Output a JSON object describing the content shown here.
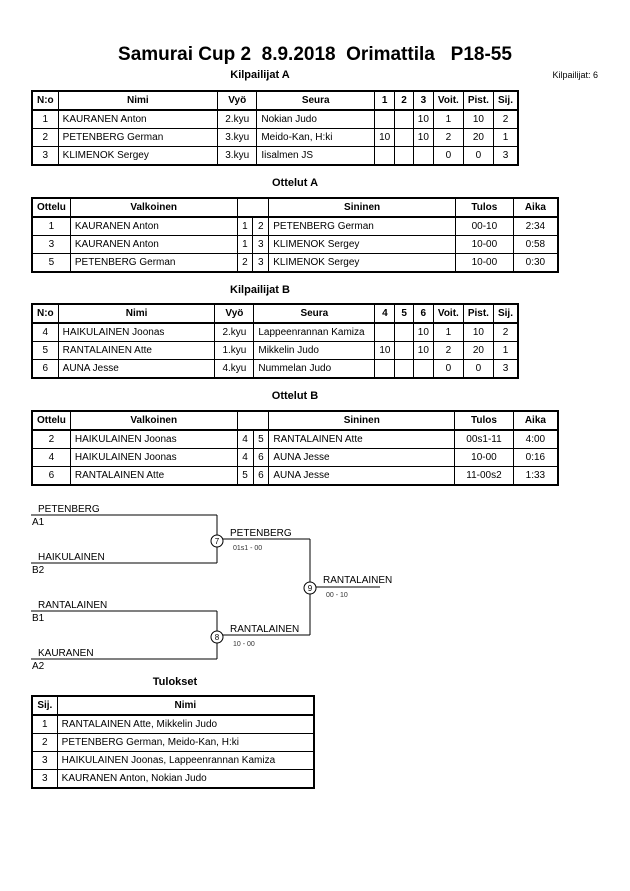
{
  "title": "Samurai Cup 2  8.9.2018  Orimattila   P18-55",
  "competitor_count": "Kilpailijat: 6",
  "pool_a": {
    "heading": "Kilpailijat A",
    "headers": [
      "N:o",
      "Nimi",
      "Vyö",
      "Seura",
      "1",
      "2",
      "3",
      "Voit.",
      "Pist.",
      "Sij."
    ],
    "rows": [
      [
        "1",
        "KAURANEN Anton",
        "2.kyu",
        "Nokian Judo",
        "",
        "",
        "10",
        "1",
        "10",
        "2"
      ],
      [
        "2",
        "PETENBERG German",
        "3.kyu",
        "Meido-Kan, H:ki",
        "10",
        "",
        "10",
        "2",
        "20",
        "1"
      ],
      [
        "3",
        "KLIMENOK Sergey",
        "3.kyu",
        "Iisalmen JS",
        "",
        "",
        "",
        "0",
        "0",
        "3"
      ]
    ]
  },
  "matches_a": {
    "heading": "Ottelut A",
    "headers": [
      "Ottelu",
      "Valkoinen",
      "",
      "",
      "Sininen",
      "Tulos",
      "Aika"
    ],
    "rows": [
      [
        "1",
        "KAURANEN Anton",
        "1",
        "2",
        "PETENBERG German",
        "00-10",
        "2:34"
      ],
      [
        "3",
        "KAURANEN Anton",
        "1",
        "3",
        "KLIMENOK Sergey",
        "10-00",
        "0:58"
      ],
      [
        "5",
        "PETENBERG German",
        "2",
        "3",
        "KLIMENOK Sergey",
        "10-00",
        "0:30"
      ]
    ]
  },
  "pool_b": {
    "heading": "Kilpailijat B",
    "headers": [
      "N:o",
      "Nimi",
      "Vyö",
      "Seura",
      "4",
      "5",
      "6",
      "Voit.",
      "Pist.",
      "Sij."
    ],
    "rows": [
      [
        "4",
        "HAIKULAINEN Joonas",
        "2.kyu",
        "Lappeenrannan Kamiza",
        "",
        "",
        "10",
        "1",
        "10",
        "2"
      ],
      [
        "5",
        "RANTALAINEN Atte",
        "1.kyu",
        "Mikkelin Judo",
        "10",
        "",
        "10",
        "2",
        "20",
        "1"
      ],
      [
        "6",
        "AUNA Jesse",
        "4.kyu",
        "Nummelan Judo",
        "",
        "",
        "",
        "0",
        "0",
        "3"
      ]
    ]
  },
  "matches_b": {
    "heading": "Ottelut B",
    "headers": [
      "Ottelu",
      "Valkoinen",
      "",
      "",
      "Sininen",
      "Tulos",
      "Aika"
    ],
    "rows": [
      [
        "2",
        "HAIKULAINEN Joonas",
        "4",
        "5",
        "RANTALAINEN Atte",
        "00s1-11",
        "4:00"
      ],
      [
        "4",
        "HAIKULAINEN Joonas",
        "4",
        "6",
        "AUNA Jesse",
        "10-00",
        "0:16"
      ],
      [
        "6",
        "RANTALAINEN Atte",
        "5",
        "6",
        "AUNA Jesse",
        "11-00s2",
        "1:33"
      ]
    ]
  },
  "bracket": {
    "p1": "PETENBERG",
    "p1_seed": "A1",
    "p2": "HAIKULAINEN",
    "p2_seed": "B2",
    "p3": "RANTALAINEN",
    "p3_seed": "B1",
    "p4": "KAURANEN",
    "p4_seed": "A2",
    "m7": "7",
    "m7_winner": "PETENBERG",
    "m7_score": "01s1 - 00",
    "m8": "8",
    "m8_winner": "RANTALAINEN",
    "m8_score": "10 - 00",
    "m9": "9",
    "m9_winner": "RANTALAINEN",
    "m9_score": "00 - 10"
  },
  "results": {
    "heading": "Tulokset",
    "headers": [
      "Sij.",
      "Nimi"
    ],
    "rows": [
      [
        "1",
        "RANTALAINEN Atte, Mikkelin Judo"
      ],
      [
        "2",
        "PETENBERG German, Meido-Kan, H:ki"
      ],
      [
        "3",
        "HAIKULAINEN Joonas, Lappeenrannan Kamiza"
      ],
      [
        "3",
        "KAURANEN Anton, Nokian Judo"
      ]
    ]
  }
}
